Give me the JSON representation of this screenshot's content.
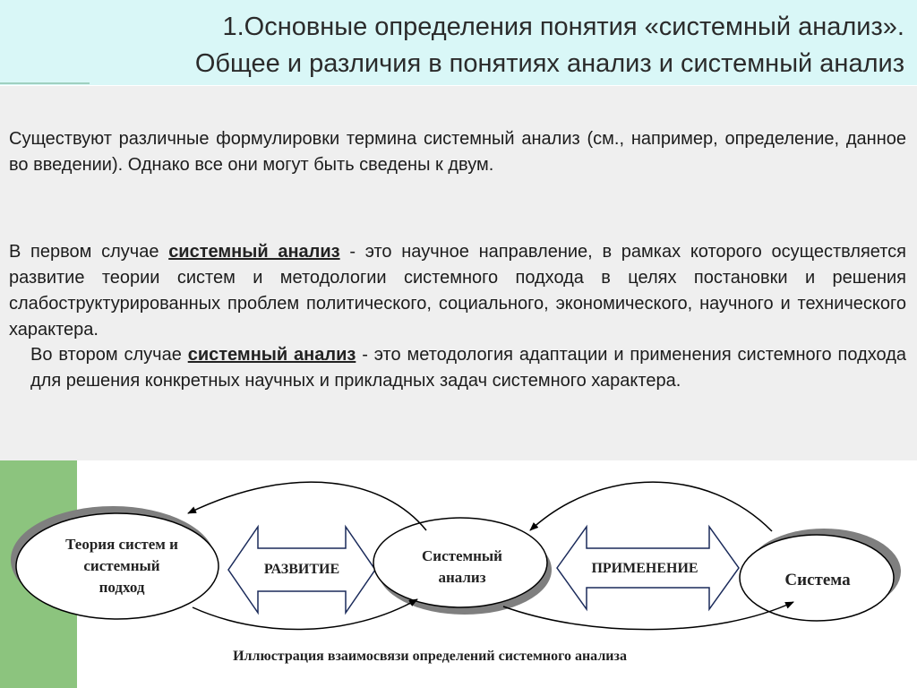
{
  "header": {
    "title_line1": "1.Основные определения понятия «системный анализ».",
    "title_line2": "Общее и различия в понятиях анализ и системный анализ"
  },
  "body": {
    "paragraph1": "Существуют различные формулировки термина системный анализ (см., например, определение, данное во введении). Однако все они могут быть сведены к двум.",
    "paragraph2": {
      "prefix": "В первом случае ",
      "term": "системный анализ",
      "rest": " - это научное направление, в рамках которого осуществляется развитие теории систем и методологии системного подхода в целях постановки и решения слабоструктурированных проблем политического, социального, экономического, научного и технического характера."
    },
    "paragraph3": {
      "prefix": "Во втором случае ",
      "term": "системный анализ",
      "rest": " - это методология адаптации и применения системного подхода для решения конкретных научных и прикладных задач системного характера."
    }
  },
  "diagram": {
    "node_theory": [
      "Теория систем и",
      "системный",
      "подход"
    ],
    "node_analysis": [
      "Системный",
      "анализ"
    ],
    "node_system": "Система",
    "arrow_development": "РАЗВИТИЕ",
    "arrow_application": "ПРИМЕНЕНИЕ",
    "caption": "Иллюстрация взаимосвязи определений системного анализа"
  },
  "colors": {
    "header_bg": "#d9f7f7",
    "content_bg": "#efefef",
    "accent_green": "#8cc47e",
    "shadow_gray": "#7f7f7f"
  }
}
